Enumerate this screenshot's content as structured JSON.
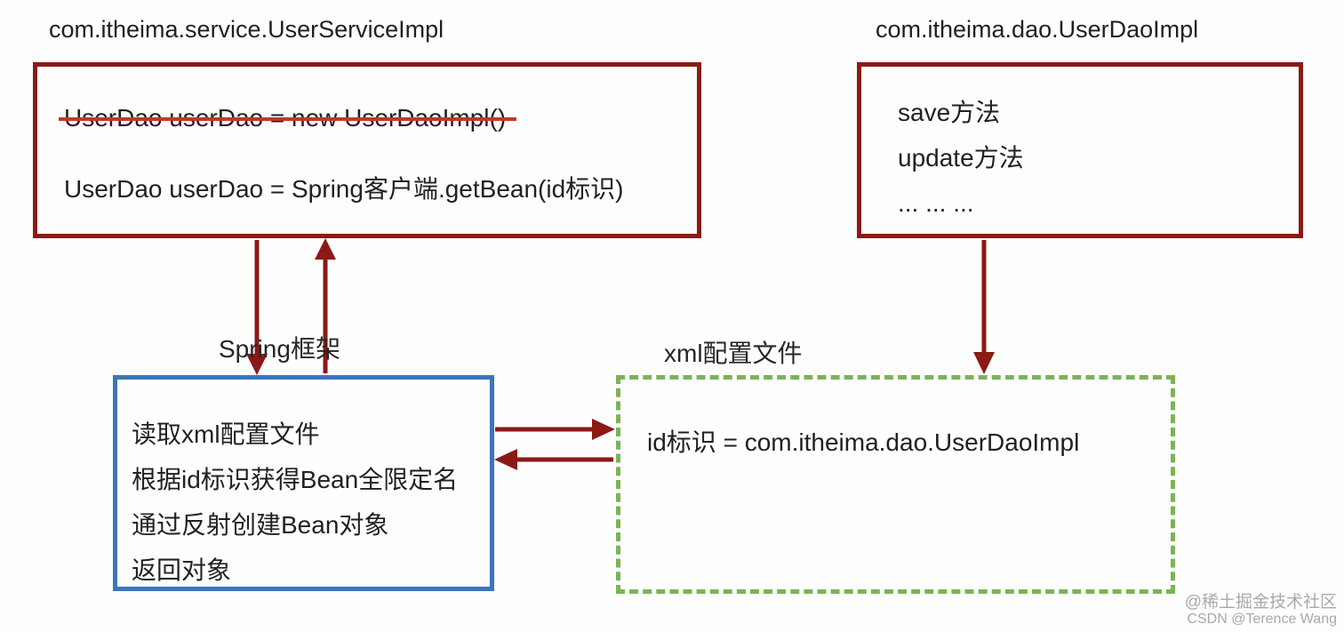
{
  "colors": {
    "box_red": "#8B1A15",
    "arrow_red": "#8B1A15",
    "strike_red": "#C0392B",
    "box_blue": "#3C75B9",
    "box_green": "#7CB356",
    "text": "#212121",
    "watermark": "#A9A9A9",
    "background": "#FEFEFE"
  },
  "service_class": {
    "label": "com.itheima.service.UserServiceImpl",
    "line_old": "UserDao userDao = new UserDaoImpl()",
    "line_new": "UserDao userDao = Spring客户端.getBean(id标识)"
  },
  "dao_class": {
    "label": "com.itheima.dao.UserDaoImpl",
    "methods": [
      "save方法",
      "update方法",
      "... ... ..."
    ]
  },
  "spring_box": {
    "label": "Spring框架",
    "steps": [
      "读取xml配置文件",
      "根据id标识获得Bean全限定名",
      "通过反射创建Bean对象",
      "返回对象"
    ]
  },
  "xml_box": {
    "label": "xml配置文件",
    "content": "id标识 = com.itheima.dao.UserDaoImpl"
  },
  "watermark": {
    "line1": "@稀土掘金技术社区",
    "line2": "CSDN @Terence Wang"
  }
}
